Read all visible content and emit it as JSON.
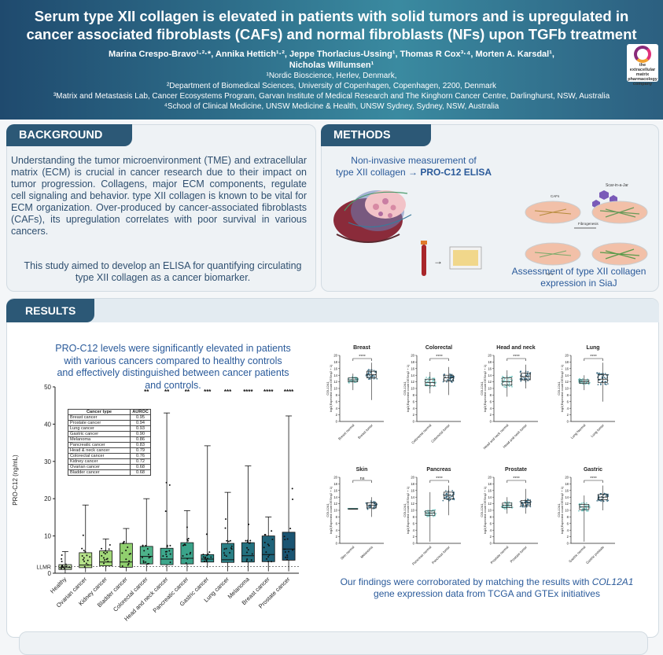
{
  "header": {
    "title_line1": "Serum type XII collagen is elevated in patients with solid tumors and is upregulated in",
    "title_line2": "cancer associated fibroblasts (CAFs) and normal fibroblasts (NFs) upon TGFb treatment",
    "authors_line1": "Marina Crespo-Bravo¹·²·*, Annika Hettich¹·², Jeppe Thorlacius-Ussing¹, Thomas R Cox³·⁴, Morten A. Karsdal¹,",
    "authors_line2": "Nicholas Willumsen¹",
    "affiliations": [
      "¹Nordic Bioscience, Herlev, Denmark,",
      "²Department of Biomedical Sciences, University of Copenhagen, Copenhagen, 2200, Denmark",
      "³Matrix and Metastasis Lab, Cancer Ecosystems Program, Garvan Institute of Medical Research and The Kinghorn Cancer Centre, Darlinghurst, NSW, Australia",
      "⁴School of Clinical Medicine, UNSW Medicine & Health, UNSW Sydney, Sydney, NSW, Australia"
    ],
    "logo_text": "the extracellular matrix pharmacology company"
  },
  "background": {
    "title": "BACKGROUND",
    "paragraph": "Understanding the tumor microenvironment (TME) and extracellular matrix (ECM) is crucial in cancer research due to their impact on tumor progression. Collagens, major ECM components, regulate cell signaling and behavior. type XII collagen is known to be vital for ECM organization. Over-produced by cancer-associated fibroblasts (CAFs), its upregulation correlates with poor survival in various cancers.",
    "aim": "This study aimed to develop an ELISA for quantifying circulating type XII collagen as a cancer biomarker."
  },
  "methods": {
    "title": "METHODS",
    "measure_text": "Non-invasive measurement of",
    "measure_text2": "type XII collagen →",
    "measure_bold": "PRO-C12 ELISA",
    "siaj_label": "Scar-in-a-Jar",
    "cafs_label": "CAFs",
    "fibro_label": "Fibrogenesis",
    "nfs_label": "NFs",
    "assessment_line1": "Assessment of type XII collagen",
    "assessment_line2": "expression in SiaJ"
  },
  "results": {
    "title": "RESULTS",
    "heading": [
      "PRO-C12 levels were significantly elevated in patients",
      "with various cancers compared to healthy controls",
      "and effectively distinguished between cancer patients",
      "and controls."
    ],
    "corroborated_a": "Our findings were corroborated by matching the results with",
    "corroborated_gene": "COL12A1",
    "corroborated_b": "gene expression data from TCGA and GTEx initiatives"
  },
  "auroc_table": {
    "header": [
      "Cancer type",
      "AUROC"
    ],
    "rows": [
      [
        "Breast cancer",
        "0.95"
      ],
      [
        "Prostate cancer",
        "0.94"
      ],
      [
        "Lung cancer",
        "0.93"
      ],
      [
        "Gastric cancer",
        "0.90"
      ],
      [
        "Melanoma",
        "0.86"
      ],
      [
        "Pancreatic cancer",
        "0.83"
      ],
      [
        "Head & neck cancer",
        "0.79"
      ],
      [
        "Colorectal cancer",
        "0.76"
      ],
      [
        "Kidney cancer",
        "0.72"
      ],
      [
        "Ovarian cancer",
        "0.68"
      ],
      [
        "Bladder cancer",
        "0.68"
      ]
    ]
  },
  "chart_data": [
    {
      "type": "box",
      "ylabel": "PRO-C12 (ng/mL)",
      "ylim": [
        0,
        50
      ],
      "yticks": [
        0,
        10,
        20,
        30,
        40,
        50
      ],
      "reference_line": {
        "label": "LLMR",
        "value": 1.8
      },
      "categories": [
        "Healthy",
        "Ovarian cancer",
        "Kidney cancer",
        "Bladder cancer",
        "Colorectal cancer",
        "Head and neck cancer",
        "Pancreatic cancer",
        "Gastric cancer",
        "Lung cancer",
        "Melanoma",
        "Breast cancer",
        "Prostate cancer"
      ],
      "significance": [
        "",
        "",
        "",
        "",
        "**",
        "**",
        "**",
        "***",
        "***",
        "****",
        "****",
        "****"
      ],
      "colors": [
        "#d4efc0",
        "#b6e28a",
        "#a3d97a",
        "#90cf6e",
        "#4db38a",
        "#3da78c",
        "#3aa38a",
        "#2e8e8a",
        "#2a7f85",
        "#24717f",
        "#1f6379",
        "#1a5472"
      ],
      "boxes": [
        {
          "min": 0,
          "q1": 1.0,
          "median": 1.5,
          "q3": 2.3,
          "max": 5.8
        },
        {
          "min": 0.3,
          "q1": 1.5,
          "median": 2.2,
          "q3": 5.5,
          "max": 18.3
        },
        {
          "min": 0.5,
          "q1": 2.0,
          "median": 3.0,
          "q3": 6.0,
          "max": 9.2
        },
        {
          "min": 0.5,
          "q1": 1.6,
          "median": 3.0,
          "q3": 8.0,
          "max": 12.0
        },
        {
          "min": 0.5,
          "q1": 2.5,
          "median": 4.5,
          "q3": 7.2,
          "max": 20.0
        },
        {
          "min": 0.5,
          "q1": 2.3,
          "median": 3.8,
          "q3": 6.7,
          "max": 43.0
        },
        {
          "min": 0.5,
          "q1": 2.5,
          "median": 4.0,
          "q3": 8.2,
          "max": 16.8
        },
        {
          "min": 1.5,
          "q1": 3.0,
          "median": 3.8,
          "q3": 5.0,
          "max": 34.2
        },
        {
          "min": 0.5,
          "q1": 2.9,
          "median": 3.6,
          "q3": 8.0,
          "max": 21.7
        },
        {
          "min": 0.5,
          "q1": 3.0,
          "median": 4.7,
          "q3": 8.2,
          "max": 28.8
        },
        {
          "min": 0.5,
          "q1": 3.1,
          "median": 5.0,
          "q3": 10.0,
          "max": 15.1
        },
        {
          "min": 0.5,
          "q1": 3.5,
          "median": 6.5,
          "q3": 11.0,
          "max": 42.2
        }
      ]
    },
    {
      "type": "box",
      "panels": [
        {
          "title": "Breast",
          "categories": [
            "Breast normal",
            "Breast tumor"
          ],
          "sig": "****",
          "ylim": [
            0,
            20
          ],
          "yticks": [
            0,
            2,
            4,
            6,
            8,
            10,
            12,
            14,
            16,
            18,
            20
          ],
          "boxes": [
            {
              "min": 9.5,
              "q1": 12.0,
              "median": 12.6,
              "q3": 13.2,
              "max": 14.5
            },
            {
              "min": 6.5,
              "q1": 13.2,
              "median": 14.2,
              "q3": 15.2,
              "max": 17.8
            }
          ]
        },
        {
          "title": "Colorectal",
          "categories": [
            "Colorectal normal",
            "Colorectal tumor"
          ],
          "sig": "****",
          "ylim": [
            0,
            20
          ],
          "yticks": [
            0,
            2,
            4,
            6,
            8,
            10,
            12,
            14,
            16,
            18,
            20
          ],
          "boxes": [
            {
              "min": 8.5,
              "q1": 10.8,
              "median": 11.8,
              "q3": 12.8,
              "max": 15.0
            },
            {
              "min": 8.0,
              "q1": 12.3,
              "median": 13.2,
              "q3": 14.0,
              "max": 16.5
            }
          ]
        },
        {
          "title": "Head and neck",
          "categories": [
            "Head and neck normal",
            "Head and neck tumor"
          ],
          "sig": "****",
          "ylim": [
            0,
            20
          ],
          "yticks": [
            0,
            2,
            4,
            6,
            8,
            10,
            12,
            14,
            16,
            18,
            20
          ],
          "boxes": [
            {
              "min": 7.5,
              "q1": 11.0,
              "median": 12.0,
              "q3": 13.2,
              "max": 15.5
            },
            {
              "min": 10.0,
              "q1": 12.6,
              "median": 13.6,
              "q3": 14.6,
              "max": 17.2
            }
          ]
        },
        {
          "title": "Lung",
          "categories": [
            "Lung Normal",
            "Lung tumor"
          ],
          "sig": "****",
          "ylim": [
            0,
            20
          ],
          "yticks": [
            0,
            2,
            4,
            6,
            8,
            10,
            12,
            14,
            16,
            18,
            20
          ],
          "boxes": [
            {
              "min": 9.5,
              "q1": 11.5,
              "median": 12.0,
              "q3": 12.6,
              "max": 14.0
            },
            {
              "min": 6.0,
              "q1": 11.8,
              "median": 12.8,
              "q3": 14.2,
              "max": 17.8
            }
          ]
        },
        {
          "title": "Skin",
          "categories": [
            "Skin normal",
            "Melanoma"
          ],
          "sig": "ns",
          "ylim": [
            0,
            20
          ],
          "yticks": [
            0,
            2,
            4,
            6,
            8,
            10,
            12,
            14,
            16,
            18,
            20
          ],
          "boxes": [
            {
              "min": 10.5,
              "q1": 10.5,
              "median": 10.5,
              "q3": 10.5,
              "max": 10.5
            },
            {
              "min": 8.0,
              "q1": 10.7,
              "median": 11.5,
              "q3": 12.3,
              "max": 14.0
            }
          ]
        },
        {
          "title": "Pancreas",
          "categories": [
            "Pancreas normal",
            "Pancreas tumor"
          ],
          "sig": "****",
          "ylim": [
            0,
            20
          ],
          "yticks": [
            0,
            2,
            4,
            6,
            8,
            10,
            12,
            14,
            16,
            18,
            20
          ],
          "boxes": [
            {
              "min": 0.5,
              "q1": 8.5,
              "median": 9.2,
              "q3": 9.8,
              "max": 15.5
            },
            {
              "min": 8.5,
              "q1": 13.5,
              "median": 14.5,
              "q3": 15.5,
              "max": 17.5
            }
          ]
        },
        {
          "title": "Prostate",
          "categories": [
            "Prostate normal",
            "Prostate tumor"
          ],
          "sig": "****",
          "ylim": [
            0,
            20
          ],
          "yticks": [
            0,
            2,
            4,
            6,
            8,
            10,
            12,
            14,
            16,
            18,
            20
          ],
          "boxes": [
            {
              "min": 9.0,
              "q1": 10.8,
              "median": 11.5,
              "q3": 12.2,
              "max": 14.0
            },
            {
              "min": 9.0,
              "q1": 11.4,
              "median": 12.2,
              "q3": 13.0,
              "max": 16.5
            }
          ]
        },
        {
          "title": "Gastric",
          "categories": [
            "Gastric normal",
            "Gastric prostate"
          ],
          "sig": "****",
          "ylim": [
            0,
            20
          ],
          "yticks": [
            0,
            2,
            4,
            6,
            8,
            10,
            12,
            14,
            16,
            18,
            20
          ],
          "boxes": [
            {
              "min": 0.5,
              "q1": 10.2,
              "median": 11.0,
              "q3": 11.8,
              "max": 14.5
            },
            {
              "min": 10.0,
              "q1": 13.2,
              "median": 14.0,
              "q3": 14.8,
              "max": 17.5
            }
          ]
        }
      ],
      "ylabel": "COL12A1\nlog2(Expected count DESeq2 + 1)"
    }
  ]
}
